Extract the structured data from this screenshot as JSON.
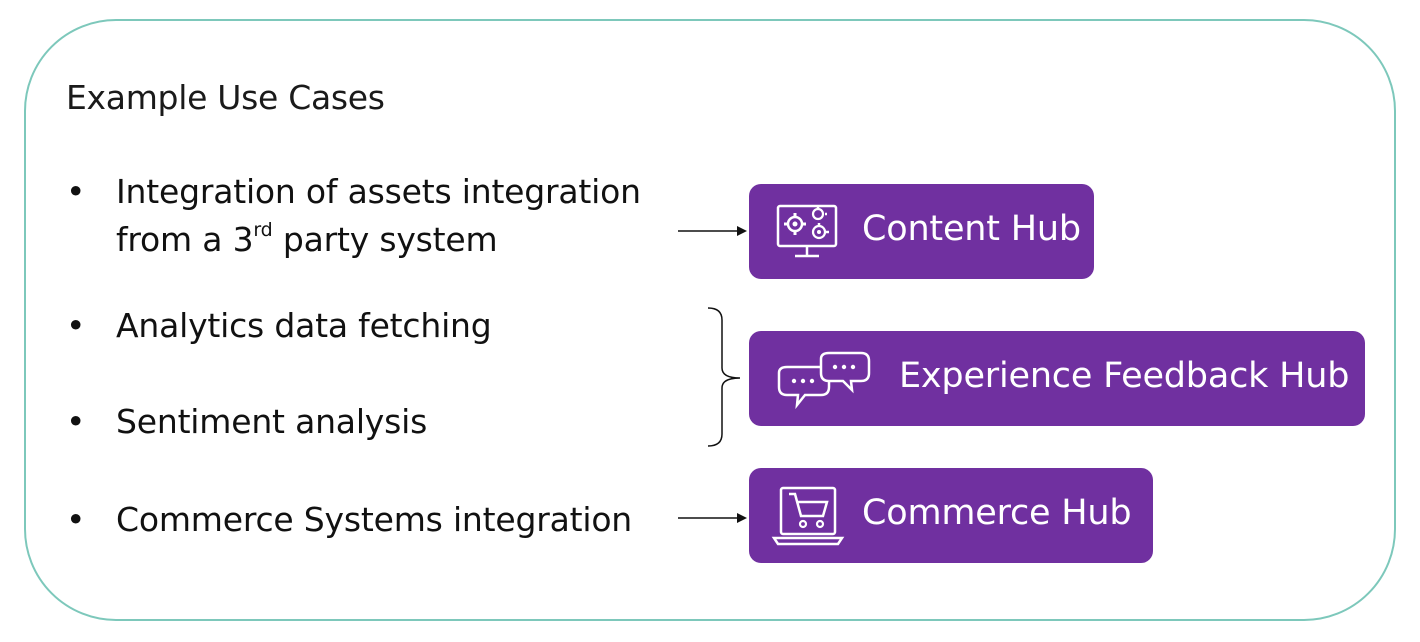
{
  "heading": "Example Use Cases",
  "use_cases": [
    {
      "text": "Integration of assets integration",
      "line2_pre": "from a 3",
      "line2_sup": "rd",
      "line2_post": " party system"
    },
    {
      "text": "Analytics data fetching"
    },
    {
      "text": "Sentiment analysis"
    },
    {
      "text": "Commerce Systems integration"
    }
  ],
  "bullet_glyph": "•",
  "hubs": [
    {
      "label": "Content Hub",
      "icon": "monitor-gears-icon"
    },
    {
      "label": "Experience Feedback Hub",
      "icon": "chat-bubbles-icon"
    },
    {
      "label": "Commerce Hub",
      "icon": "laptop-cart-icon"
    }
  ],
  "colors": {
    "frame_border": "#7dc8bb",
    "hub_background": "#7030a0",
    "hub_text": "#ffffff",
    "text": "#111111"
  }
}
